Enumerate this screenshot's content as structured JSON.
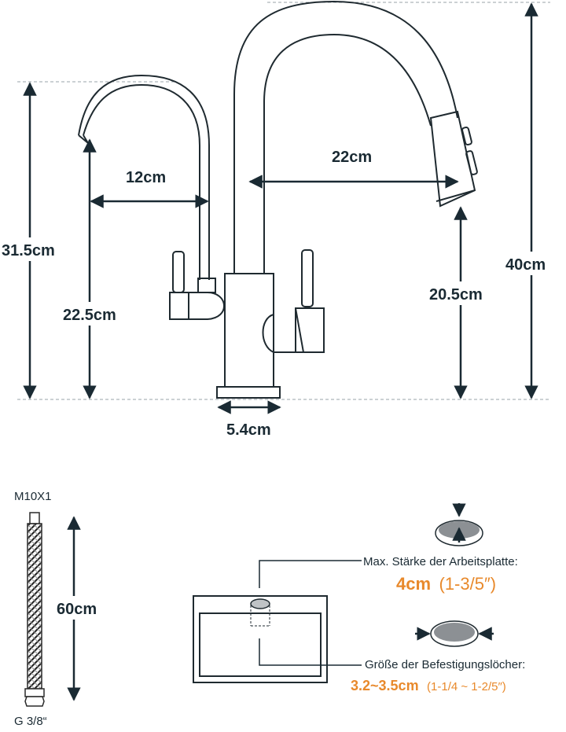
{
  "faucet_dimensions": {
    "small_spout_reach": "12cm",
    "small_spout_height": "22.5cm",
    "total_small_height": "31.5cm",
    "main_spout_reach": "22cm",
    "main_spout_height": "20.5cm",
    "total_height": "40cm",
    "base_diameter": "5.4cm"
  },
  "hose": {
    "top_thread": "M10X1",
    "length": "60cm",
    "bottom_thread": "G 3/8“"
  },
  "countertop": {
    "label": "Max. Stärke der Arbeitsplatte:",
    "value_metric": "4cm",
    "value_imperial": "(1-3/5″)"
  },
  "mounting_hole": {
    "label": "Größe der Befestigungslöcher:",
    "value_metric": "3.2~3.5cm",
    "value_imperial": "(1-1/4 ~ 1-2/5″)"
  },
  "colors": {
    "line": "#1a2a33",
    "accent": "#e8892b",
    "hole_fill": "#8c9094"
  }
}
